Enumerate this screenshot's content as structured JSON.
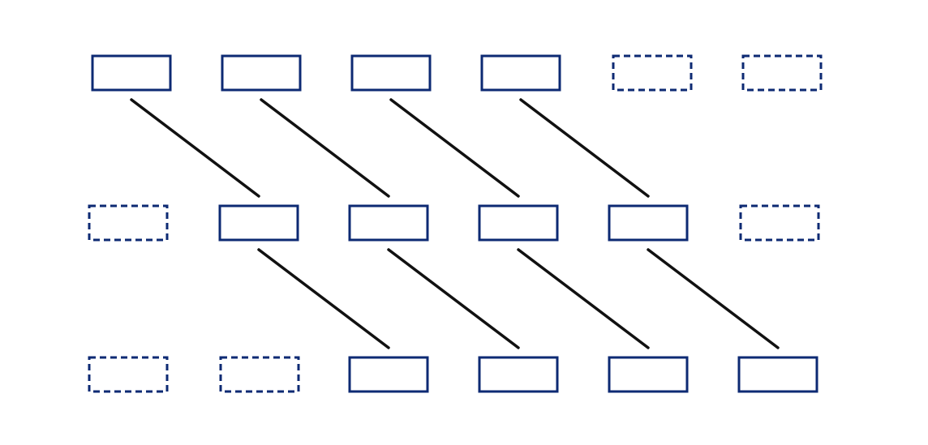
{
  "colors": {
    "box_stroke": "#0d2a73",
    "link_stroke": "#111111",
    "background": "#ffffff"
  },
  "rows": [
    {
      "row": 0,
      "cells": [
        "solid",
        "solid",
        "solid",
        "solid",
        "dashed",
        "dashed"
      ]
    },
    {
      "row": 1,
      "cells": [
        "dashed",
        "solid",
        "solid",
        "solid",
        "solid",
        "dashed"
      ]
    },
    {
      "row": 2,
      "cells": [
        "dashed",
        "dashed",
        "solid",
        "solid",
        "solid",
        "solid"
      ]
    }
  ],
  "links": [
    {
      "from_row": 0,
      "from_col": 0,
      "to_row": 1,
      "to_col": 1
    },
    {
      "from_row": 0,
      "from_col": 1,
      "to_row": 1,
      "to_col": 2
    },
    {
      "from_row": 0,
      "from_col": 2,
      "to_row": 1,
      "to_col": 3
    },
    {
      "from_row": 0,
      "from_col": 3,
      "to_row": 1,
      "to_col": 4
    },
    {
      "from_row": 1,
      "from_col": 1,
      "to_row": 2,
      "to_col": 2
    },
    {
      "from_row": 1,
      "from_col": 2,
      "to_row": 2,
      "to_col": 3
    },
    {
      "from_row": 1,
      "from_col": 3,
      "to_row": 2,
      "to_col": 4
    },
    {
      "from_row": 1,
      "from_col": 4,
      "to_row": 2,
      "to_col": 5
    }
  ]
}
